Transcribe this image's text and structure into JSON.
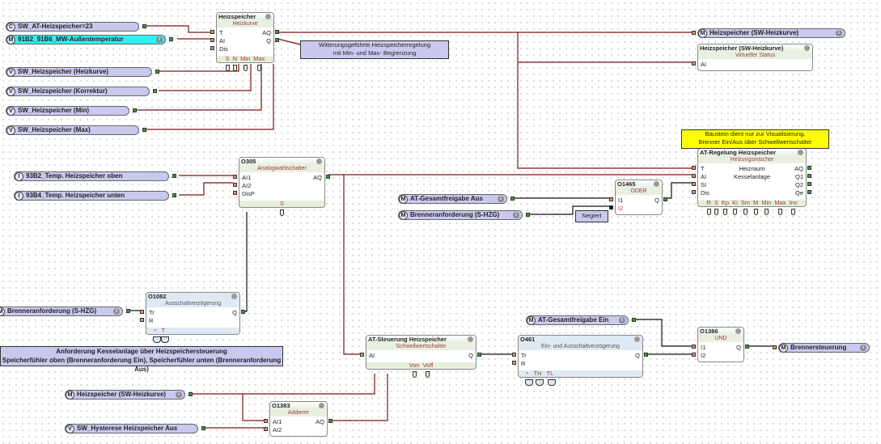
{
  "colors": {
    "analog_wire": "#7a1414",
    "digital_wire": "#111111",
    "pill": "#c9c9ee",
    "highlight_pill": "#2ff0f0",
    "note_yellow": "#ffff00",
    "output_pin": "#3aa03a",
    "input_pin": "#e09070"
  },
  "pills": [
    {
      "id": "p1",
      "prefix": "C",
      "label": "SW_AT-Heizspeicher=23",
      "info": false
    },
    {
      "id": "p2",
      "prefix": "M",
      "label": "91B2_91B6_MW-Außentemperatur",
      "info": true,
      "highlighted": true
    },
    {
      "id": "p3",
      "prefix": "V",
      "label": "SW_Heizspeicher (Heizkurve)",
      "info": false
    },
    {
      "id": "p4",
      "prefix": "V",
      "label": "SW_Heizspeicher (Korrektur)",
      "info": false
    },
    {
      "id": "p5",
      "prefix": "V",
      "label": "SW_Heizspeicher (Min)",
      "info": false
    },
    {
      "id": "p6",
      "prefix": "V",
      "label": "SW_Heizspeicher (Max)",
      "info": false
    },
    {
      "id": "p7",
      "prefix": "I",
      "label": "93B2_Temp. Heizspeicher oben",
      "info": false
    },
    {
      "id": "p8",
      "prefix": "I",
      "label": "93B4_Temp.  Heizspeicher unten",
      "info": false
    },
    {
      "id": "p9",
      "prefix": "M",
      "label": "Brenneranforderung (S-HZG)",
      "info": true
    },
    {
      "id": "p10",
      "prefix": "M",
      "label": "AT-Gesamtfreigabe Aus",
      "info": true
    },
    {
      "id": "p11",
      "prefix": "M",
      "label": "Brenneranforderung (S-HZG)",
      "info": true
    },
    {
      "id": "p12",
      "prefix": "M",
      "label": "Heizspeicher (SW-Heizkurve)",
      "info": true
    },
    {
      "id": "p13",
      "prefix": "M",
      "label": "Heizspeicher (SW-Heizkurve)",
      "info": true
    },
    {
      "id": "p14",
      "prefix": "V",
      "label": "SW_Hysterese Heizspeicher Aus",
      "info": false
    },
    {
      "id": "p15",
      "prefix": "M",
      "label": "AT-Gesamtfreigabe Ein",
      "info": true
    },
    {
      "id": "p16",
      "prefix": "M",
      "label": "Brennersteuerung",
      "info": true
    }
  ],
  "blocks": [
    {
      "id": "b1",
      "title": "Heizspeicher",
      "subtitle": "Heizkurve",
      "inputs": [
        "T",
        "AI",
        "Dis"
      ],
      "outputs": [
        "AQ",
        "Q"
      ],
      "params": [
        "S",
        "N",
        "Min",
        "Max"
      ]
    },
    {
      "id": "b2",
      "title": "Heizspeicher (SW-Heizkurve)",
      "subtitle": "Virtueller Status",
      "inputs": [
        "AI"
      ],
      "outputs": [],
      "params": []
    },
    {
      "id": "b3",
      "title": "O305",
      "subtitle": "Analogwahlschalter",
      "inputs": [
        "AI1",
        "AI2",
        "DisP"
      ],
      "outputs": [
        "AQ"
      ],
      "params": [
        "S"
      ]
    },
    {
      "id": "b4",
      "title": "O1082",
      "subtitle": "Ausschaltverzögerung",
      "inputs": [
        "Tr",
        "R"
      ],
      "outputs": [
        "Q"
      ],
      "params": [
        "◔",
        "T"
      ],
      "timer": true
    },
    {
      "id": "b5",
      "title": "AT-Regelung Heizspeicher",
      "subtitle": "Heizungsmischer",
      "inputs": [
        "T",
        "AI",
        "SI",
        "Dis"
      ],
      "outputs": [
        "AQ",
        "Q1",
        "Q2",
        "Qe"
      ],
      "center": [
        "Heizraum",
        "Kesselanlage"
      ],
      "params": [
        "R",
        "S",
        "Kp",
        "Ki",
        "Sm",
        "M",
        "Min",
        "Max",
        "Inv"
      ]
    },
    {
      "id": "b6",
      "title": "O1465",
      "subtitle": "ODER",
      "inputs": [
        "I1",
        "I2"
      ],
      "outputs": [
        "Q"
      ],
      "params": [],
      "negated_input": "I2"
    },
    {
      "id": "b7",
      "title": "AT-Steuerung Heizspeicher",
      "subtitle": "Schwellwertschalter",
      "inputs": [
        "AI"
      ],
      "outputs": [
        "Q"
      ],
      "params": [
        "Von",
        "Voff"
      ]
    },
    {
      "id": "b8",
      "title": "O1383",
      "subtitle": "Addierer",
      "inputs": [
        "AI1",
        "AI2"
      ],
      "outputs": [
        "AQ"
      ],
      "params": []
    },
    {
      "id": "b9",
      "title": "O461",
      "subtitle": "Ein- und Ausschaltverzögerung",
      "inputs": [
        "Tr",
        "R"
      ],
      "outputs": [
        "Q"
      ],
      "params": [
        "◔",
        "TH",
        "TL"
      ],
      "timer": true
    },
    {
      "id": "b10",
      "title": "O1386",
      "subtitle": "UND",
      "inputs": [
        "I1",
        "I2"
      ],
      "outputs": [
        "Q"
      ],
      "params": []
    }
  ],
  "notes": [
    {
      "id": "n1",
      "lines": [
        "Witterungsgeführte Heizspeicherregelung",
        "mit Min- und Max- Begrenzung"
      ]
    },
    {
      "id": "n2",
      "lines": [
        "Baustein dient nur zur Visualisierung.",
        "Brenner Ein/Aus über Schwellwertschalter"
      ],
      "color": "yellow"
    },
    {
      "id": "n3",
      "lines": [
        "Negiert"
      ]
    },
    {
      "id": "n4",
      "lines": [
        "Anforderung Kesselanlage über Heizspeichersteuerung",
        "Speicherfühler oben (Brenneranforderung Ein), Speicherfühler unten (Brenneranforderung Aus)"
      ]
    }
  ]
}
